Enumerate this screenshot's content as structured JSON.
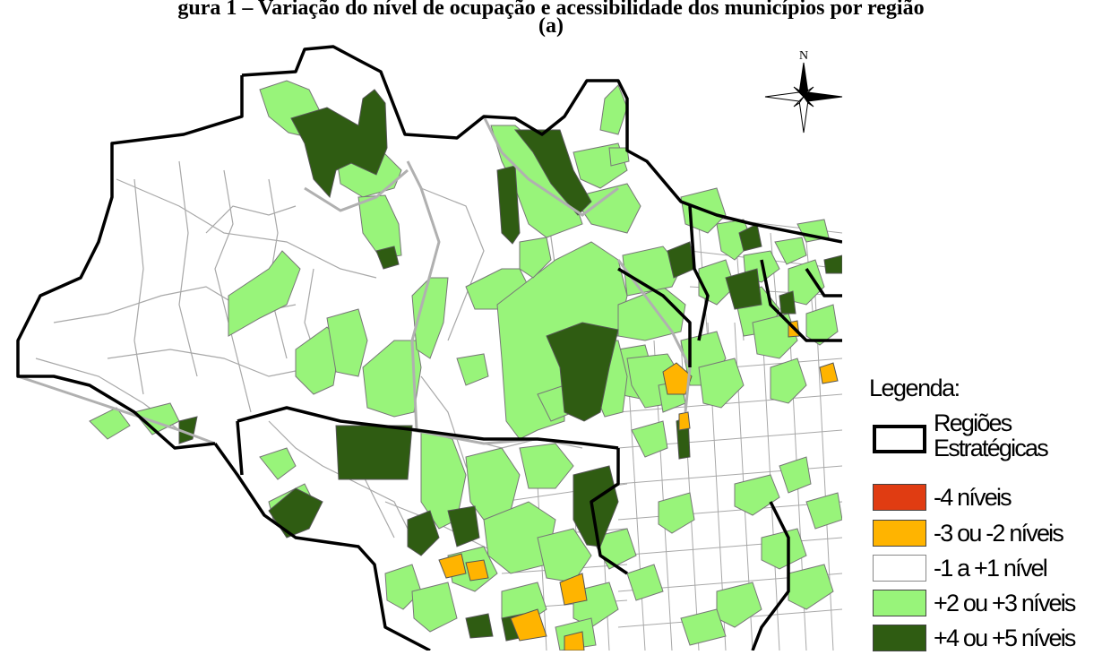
{
  "header": {
    "title": "gura 1 – Variação do nível de ocupação e acessibilidade dos municípios por região",
    "subtitle": "(a)"
  },
  "compass": {
    "north_label": "N"
  },
  "legend": {
    "title": "Legenda:",
    "items": [
      {
        "label": "Regiões\nEstratégicas",
        "color": "#ffffff",
        "kind": "outline"
      },
      {
        "label": "-4 níveis",
        "color": "#e03c12",
        "kind": "fill"
      },
      {
        "label": "-3 ou -2 níveis",
        "color": "#ffb400",
        "kind": "fill"
      },
      {
        "label": "-1 a +1 nível",
        "color": "#ffffff",
        "kind": "fill"
      },
      {
        "label": "+2 ou +3 níveis",
        "color": "#98f47a",
        "kind": "fill"
      },
      {
        "label": "+4 ou +5 níveis",
        "color": "#2f5c12",
        "kind": "fill"
      }
    ]
  },
  "colors": {
    "light_green": "#98f47a",
    "dark_green": "#2f5c12",
    "orange": "#ffb400",
    "red": "#e03c12",
    "municipal_border": "#a8a8a8",
    "region_border": "#000000",
    "state_border": "#b0b0b0"
  }
}
